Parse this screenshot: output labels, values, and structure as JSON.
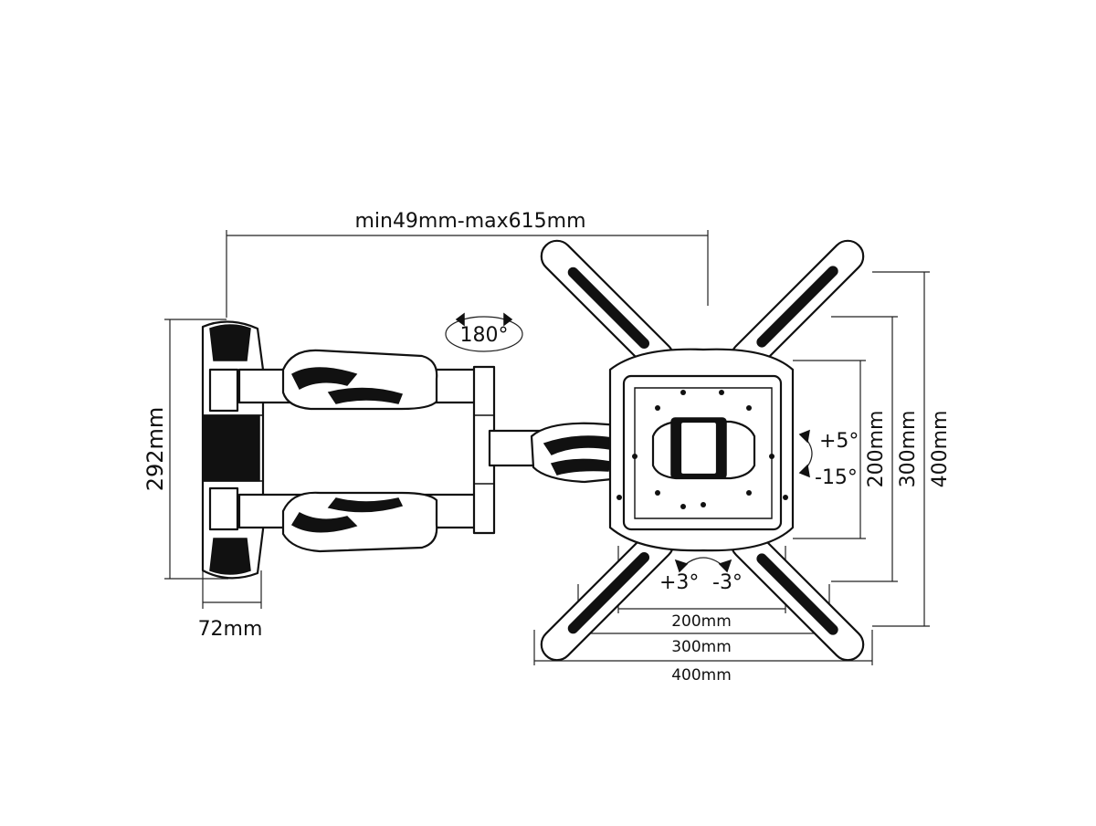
{
  "dimensions": {
    "extension": "min49mm-max615mm",
    "swivel": "180°",
    "wall_plate_height": "292mm",
    "wall_plate_depth": "72mm",
    "tilt_up": "+5°",
    "tilt_down": "-15°",
    "rotate_cw": "+3°",
    "rotate_ccw": "-3°",
    "vesa_h_200": "200mm",
    "vesa_h_300": "300mm",
    "vesa_h_400": "400mm",
    "vesa_v_200": "200mm",
    "vesa_v_300": "300mm",
    "vesa_v_400": "400mm"
  },
  "colors": {
    "line": "#111111",
    "background": "#ffffff"
  }
}
